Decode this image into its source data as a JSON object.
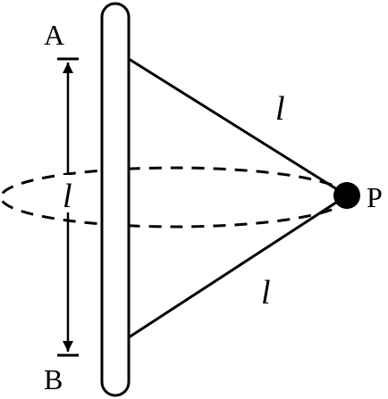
{
  "labels": {
    "point_a": "A",
    "point_b": "B",
    "point_p": "P",
    "length_vertical": "l",
    "length_upper_string": "l",
    "length_lower_string": "l"
  },
  "colors": {
    "stroke": "#000000",
    "background": "#ffffff"
  }
}
